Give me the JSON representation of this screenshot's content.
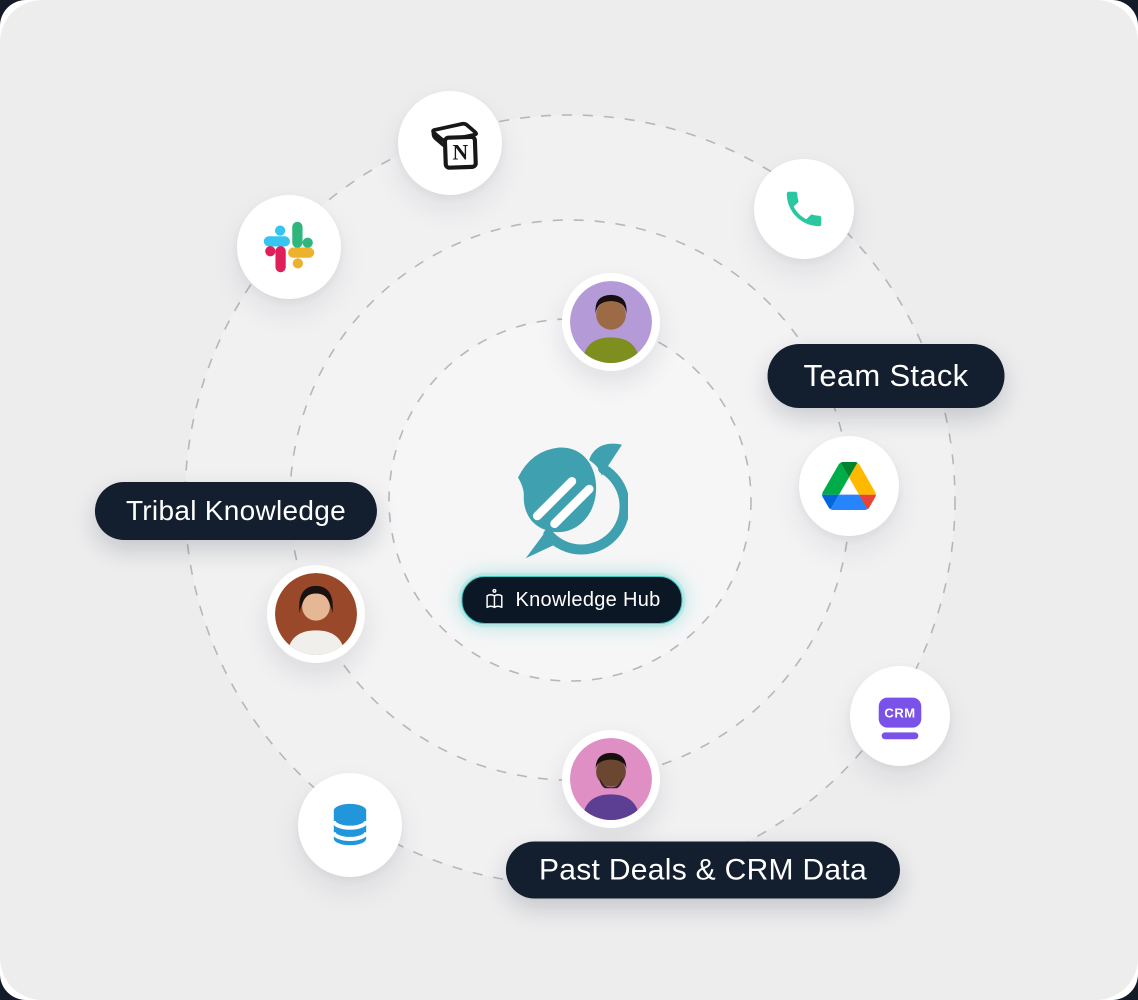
{
  "hub": {
    "logo_icon": "leaf-dart-logo",
    "badge_icon": "open-book-icon",
    "badge_label": "Knowledge Hub"
  },
  "pills": {
    "team_stack": "Team Stack",
    "tribal_knowledge": "Tribal Knowledge",
    "past_deals": "Past Deals & CRM Data"
  },
  "integrations": {
    "notion": {
      "icon": "notion-icon",
      "letter": "N"
    },
    "slack": {
      "icon": "slack-icon",
      "colors": [
        "#36C5F0",
        "#2EB67D",
        "#E01E5A",
        "#ECB22E"
      ]
    },
    "phone": {
      "icon": "phone-call-icon",
      "color": "#2AC7A0"
    },
    "google_drive": {
      "icon": "google-drive-icon"
    },
    "crm": {
      "icon": "crm-monitor-icon",
      "label": "CRM",
      "color": "#7A52E9"
    },
    "database": {
      "icon": "database-icon",
      "color": "#2196DB"
    }
  },
  "people": {
    "avatars": [
      "teammate-avatar-top",
      "teammate-avatar-left",
      "teammate-avatar-bottom"
    ]
  },
  "colors": {
    "canvas_bg": "#ededee",
    "pill_bg": "#131e2e",
    "logo_teal": "#3FA0AF",
    "badge_border": "#45c8c4",
    "dash_stroke": "#b7b7b9"
  }
}
